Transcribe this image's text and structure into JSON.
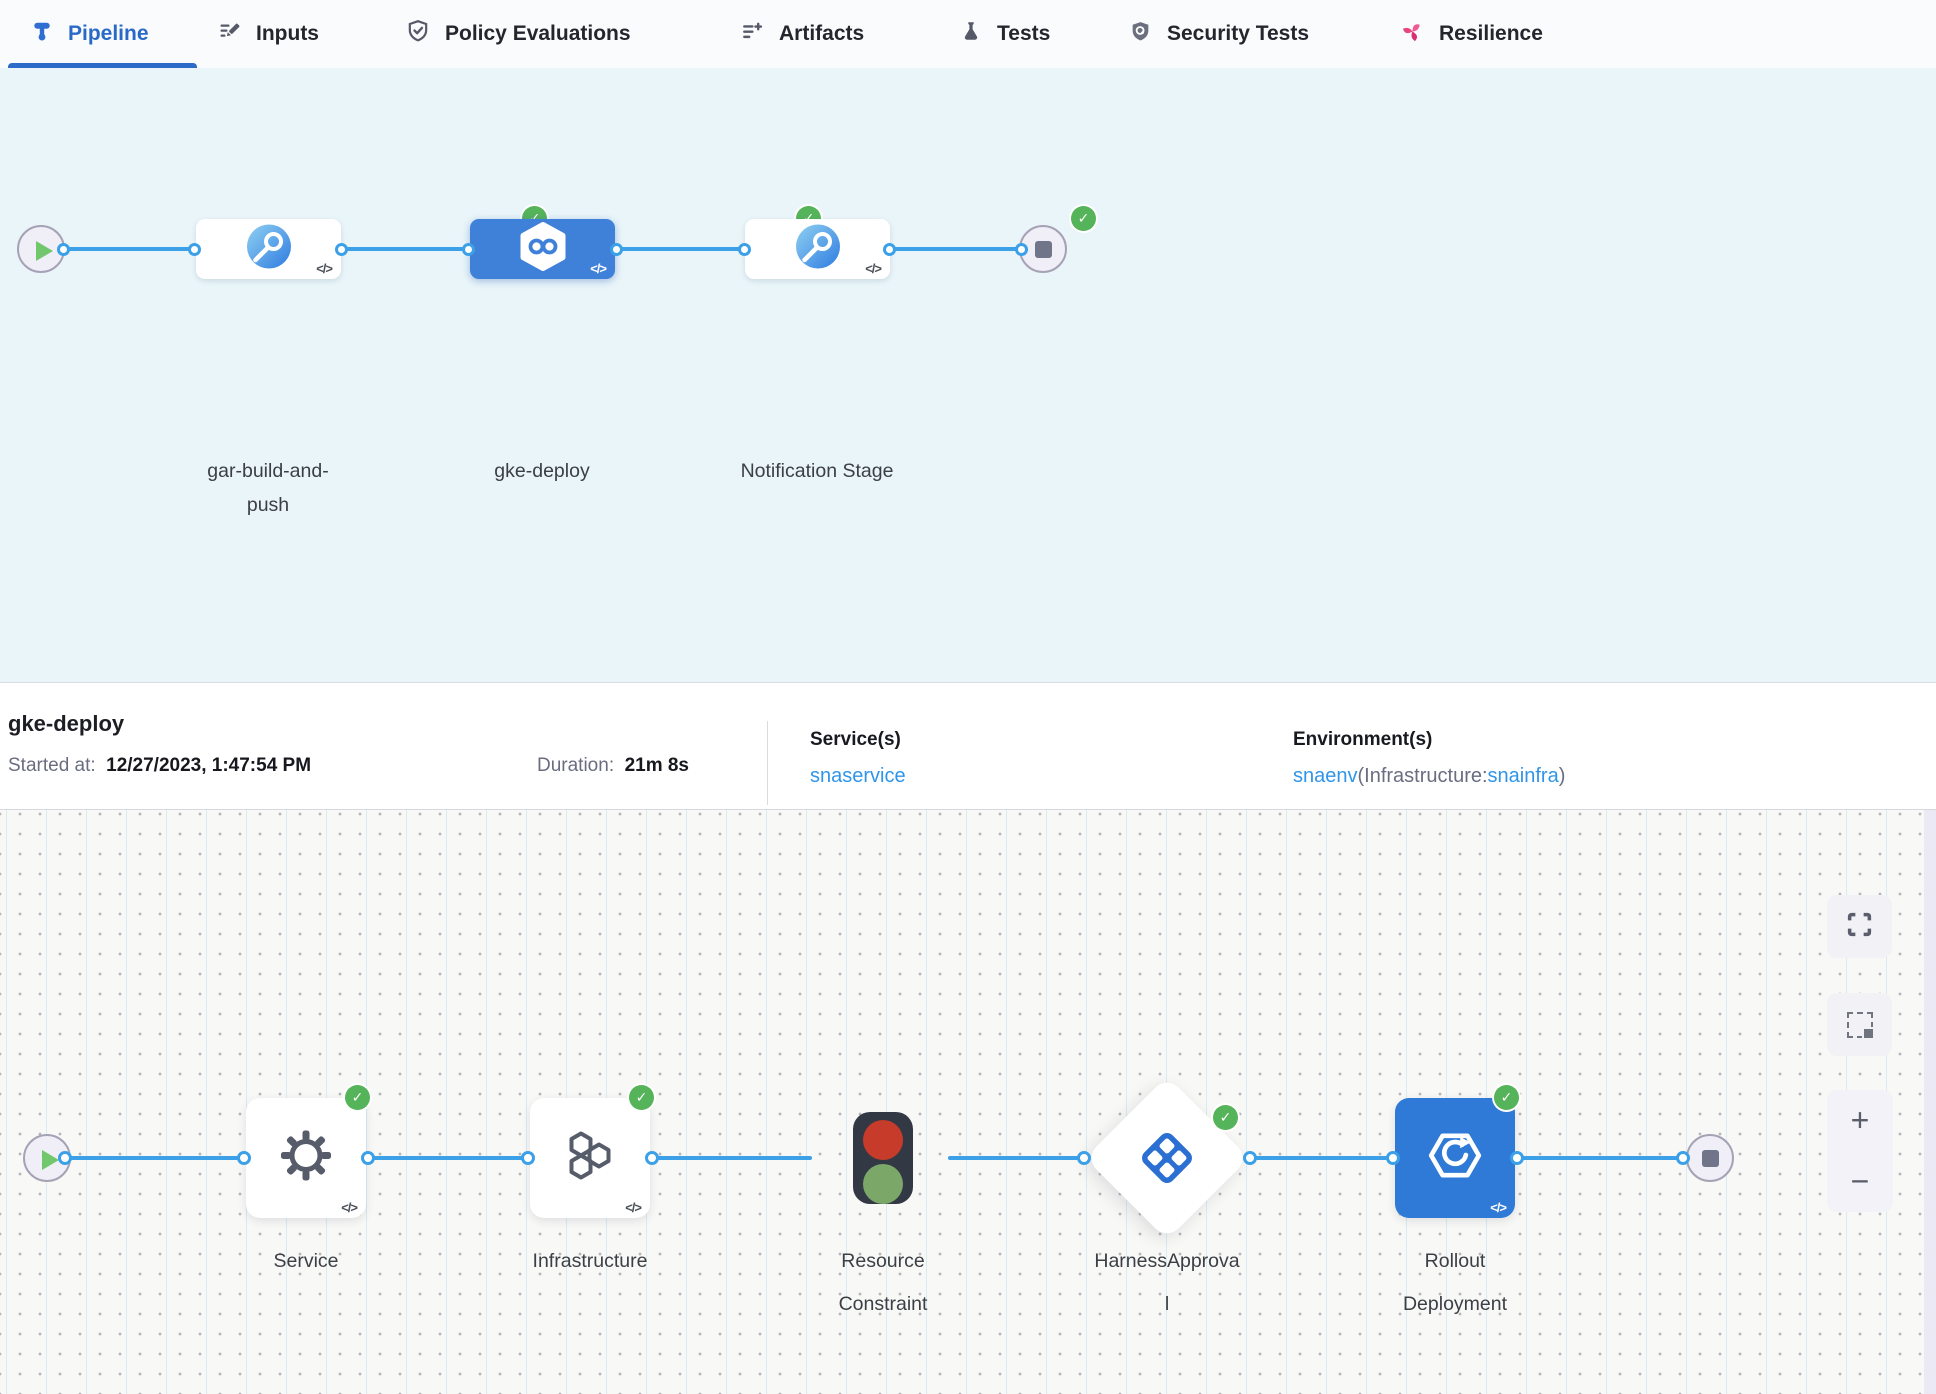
{
  "tabs": [
    {
      "label": "Pipeline",
      "icon": "pipeline-icon",
      "active": true
    },
    {
      "label": "Inputs",
      "icon": "inputs-edit-lines-icon",
      "active": false
    },
    {
      "label": "Policy Evaluations",
      "icon": "policy-shield-check-icon",
      "active": false
    },
    {
      "label": "Artifacts",
      "icon": "artifacts-list-plus-icon",
      "active": false
    },
    {
      "label": "Tests",
      "icon": "tests-flask-icon",
      "active": false
    },
    {
      "label": "Security Tests",
      "icon": "security-shield-scan-icon",
      "active": false
    },
    {
      "label": "Resilience",
      "icon": "resilience-pinwheel-icon",
      "active": false
    }
  ],
  "pipeline_graph": {
    "stages": [
      {
        "label": "gar-build-and-push",
        "status": "success",
        "selected": false,
        "icon": "custom-stage-icon"
      },
      {
        "label": "gke-deploy",
        "status": "success",
        "selected": true,
        "icon": "cd-stage-infinity-icon"
      },
      {
        "label": "Notification Stage",
        "status": "success",
        "selected": false,
        "icon": "custom-stage-icon"
      }
    ]
  },
  "info_bar": {
    "title": "gke-deploy",
    "started_label": "Started at:",
    "started_value": "12/27/2023, 1:47:54 PM",
    "duration_label": "Duration:",
    "duration_value": "21m 8s",
    "services_label": "Service(s)",
    "service_link": "snaservice",
    "environments_label": "Environment(s)",
    "environment_link": "snaenv",
    "infrastructure_prefix": "(Infrastructure:",
    "infrastructure_link": "snainfra",
    "infrastructure_suffix": ")"
  },
  "execution_graph": {
    "steps": [
      {
        "label": "Service",
        "status": "success",
        "icon": "gear-icon"
      },
      {
        "label": "Infrastructure",
        "status": "success",
        "icon": "hexagons-icon"
      },
      {
        "label": "Resource Constraint",
        "status": "none",
        "icon": "traffic-light-icon"
      },
      {
        "label": "HarnessApproval",
        "status": "success",
        "icon": "approval-diamond-icon"
      },
      {
        "label": "Rollout Deployment",
        "status": "success",
        "icon": "rollout-deployment-icon"
      }
    ]
  },
  "controls": {
    "zoom_in": "+",
    "zoom_out": "−"
  },
  "glyphs": {
    "check": "✓",
    "code": "</>"
  },
  "colors": {
    "accent_blue": "#3BA0E8",
    "selected_stage_blue": "#3F80D9",
    "success_green": "#55B35A",
    "link_blue": "#3095E8",
    "resilience_pink": "#E8457E",
    "canvas_bg": "#F8F8F6",
    "pipeline_bg": "#E9F5F9"
  }
}
